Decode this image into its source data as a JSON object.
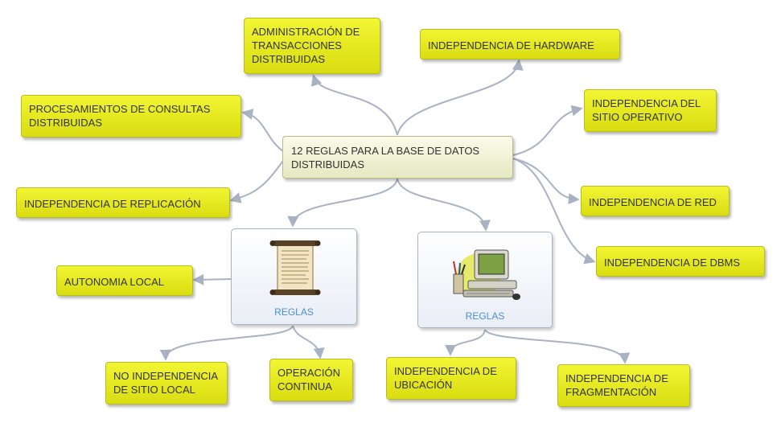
{
  "root": {
    "label": "12 REGLAS PARA LA BASE DE DATOS\nDISTRIBUIDAS"
  },
  "nodes": {
    "admin_transacciones": "ADMINISTRACIÓN DE\nTRANSACCIONES\nDISTRIBUIDAS",
    "indep_hardware": "INDEPENDENCIA DE HARDWARE",
    "procesamiento_consultas": "PROCESAMIENTOS DE CONSULTAS\nDISTRIBUIDAS",
    "indep_sitio_operativo": "INDEPENDENCIA DEL\nSITIO OPERATIVO",
    "indep_replicacion": "INDEPENDENCIA DE REPLICACIÓN",
    "indep_red": "INDEPENDENCIA DE RED",
    "indep_dbms": "INDEPENDENCIA DE DBMS",
    "autonomia_local": "AUTONOMIA LOCAL",
    "no_indep_sitio_local": "NO INDEPENDENCIA\nDE SITIO LOCAL",
    "operacion_continua": "OPERACIÓN\nCONTINUA",
    "indep_ubicacion": "INDEPENDENCIA DE\nUBICACIÓN",
    "indep_fragmentacion": "INDEPENDENCIA DE\nFRAGMENTACIÓN"
  },
  "cards": {
    "reglas_scroll": {
      "caption": "REGLAS",
      "icon": "scroll-icon"
    },
    "reglas_computer": {
      "caption": "REGLAS",
      "icon": "computer-icon"
    }
  },
  "colors": {
    "node_fill": "#e4e820",
    "root_fill": "#f3f4d8",
    "link": "#a9b2c2",
    "caption": "#4a8fd4"
  }
}
